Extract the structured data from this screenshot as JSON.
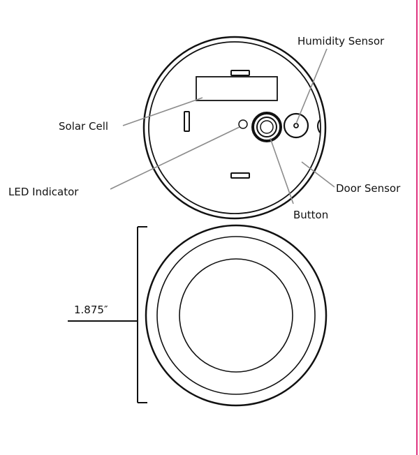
{
  "diagram": {
    "labels": {
      "humidity_sensor": "Humidity Sensor",
      "solar_cell": "Solar Cell",
      "led_indicator": "LED Indicator",
      "door_sensor": "Door Sensor",
      "button": "Button",
      "diameter": "1.875″"
    }
  },
  "colors": {
    "outline": "#111111",
    "leader_line": "#8c8c8c",
    "page_border": "#e0317e",
    "background": "#ffffff"
  }
}
